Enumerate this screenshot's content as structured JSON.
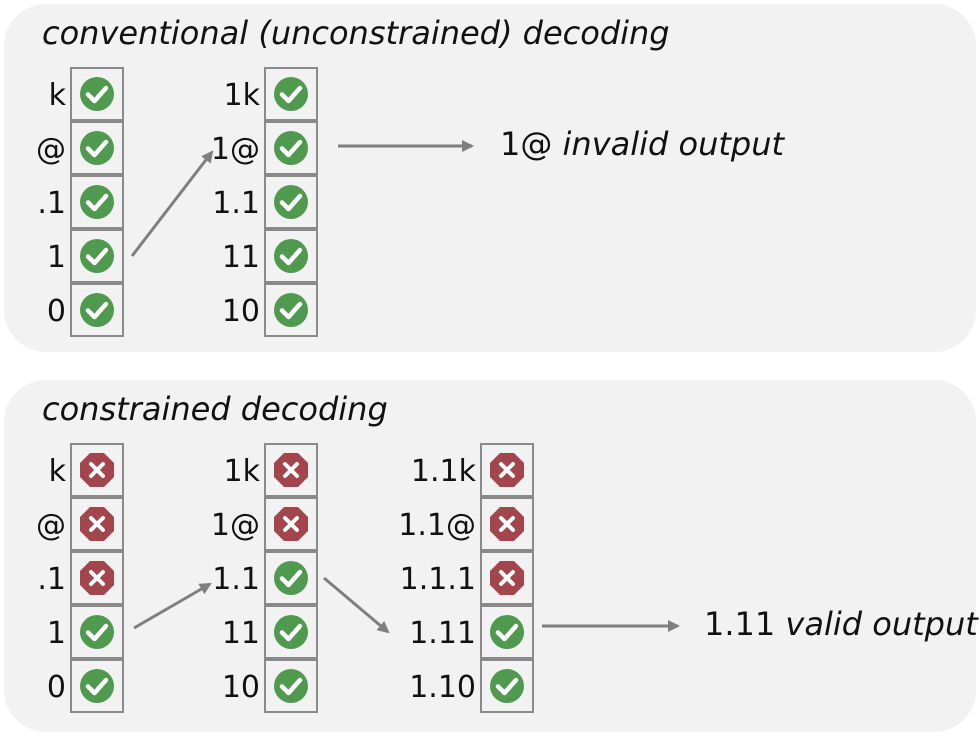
{
  "panels": [
    {
      "title": "conventional (unconstrained) decoding",
      "steps": [
        {
          "tokens": [
            {
              "text": "k",
              "valid": true
            },
            {
              "text": "@",
              "valid": true
            },
            {
              "text": ".1",
              "valid": true
            },
            {
              "text": "1",
              "valid": true
            },
            {
              "text": "0",
              "valid": true
            }
          ]
        },
        {
          "tokens": [
            {
              "text": "1k",
              "valid": true
            },
            {
              "text": "1@",
              "valid": true
            },
            {
              "text": "1.1",
              "valid": true
            },
            {
              "text": "11",
              "valid": true
            },
            {
              "text": "10",
              "valid": true
            }
          ]
        }
      ],
      "result": {
        "value": "1@",
        "note": "invalid output"
      }
    },
    {
      "title": "constrained decoding",
      "steps": [
        {
          "tokens": [
            {
              "text": "k",
              "valid": false
            },
            {
              "text": "@",
              "valid": false
            },
            {
              "text": ".1",
              "valid": false
            },
            {
              "text": "1",
              "valid": true
            },
            {
              "text": "0",
              "valid": true
            }
          ]
        },
        {
          "tokens": [
            {
              "text": "1k",
              "valid": false
            },
            {
              "text": "1@",
              "valid": false
            },
            {
              "text": "1.1",
              "valid": true
            },
            {
              "text": "11",
              "valid": true
            },
            {
              "text": "10",
              "valid": true
            }
          ]
        },
        {
          "tokens": [
            {
              "text": "1.1k",
              "valid": false
            },
            {
              "text": "1.1@",
              "valid": false
            },
            {
              "text": "1.1.1",
              "valid": false
            },
            {
              "text": "1.11",
              "valid": true
            },
            {
              "text": "1.10",
              "valid": true
            }
          ]
        }
      ],
      "result": {
        "value": "1.11",
        "note": "valid output"
      }
    }
  ],
  "colors": {
    "panel_bg": "#f2f2f2",
    "cell_border": "#8a8a8a",
    "valid_green": "#4f9a4f",
    "invalid_red": "#a3454d",
    "arrow_gray": "#7f7f7f"
  },
  "icons": {
    "valid": "check-circle-icon",
    "invalid": "x-octagon-icon"
  }
}
